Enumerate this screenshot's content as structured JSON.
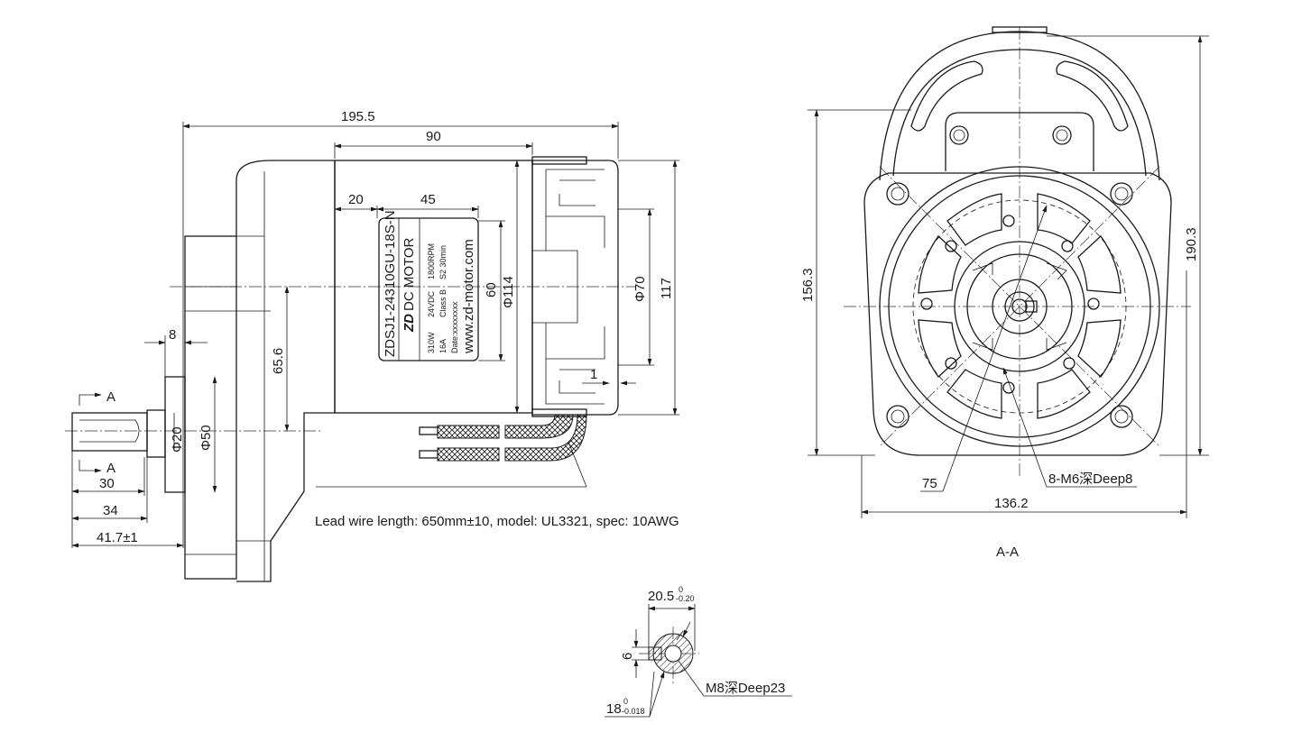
{
  "side_view": {
    "dims": {
      "overall_length": "195.5",
      "motor_length": "90",
      "plate_offset": "20",
      "plate_width": "45",
      "plate_height": "60",
      "motor_diameter": "Φ114",
      "fan_diameter": "Φ70",
      "height_117": "117",
      "gap_1": "1",
      "center_offset": "65.6",
      "flange_thickness": "8",
      "pilot_diameter": "Φ50",
      "shaft_diameter": "Φ20",
      "shaft_30": "30",
      "shaft_34": "34",
      "shaft_41_7": "41.7±1",
      "section_a_top": "A",
      "section_a_bottom": "A"
    },
    "nameplate": {
      "model": "ZDSJ1-24310GU-18S-N",
      "type": "DC MOTOR",
      "logo": "ZD",
      "line1": [
        "310W",
        "24VDC",
        "1800RPM"
      ],
      "line2": [
        "16A",
        "Class B",
        "S2 30min"
      ],
      "date": "Date:xxxxxxxx",
      "website": "www.zd-motor.com"
    },
    "lead_wire_note": "Lead wire length: 650mm±10, model: UL3321, spec: 10AWG"
  },
  "section_view": {
    "title": "A-A",
    "dims": {
      "height_190": "190.3",
      "height_156": "156.3",
      "width_136": "136.2",
      "pcd_75": "75",
      "tapped_holes": "8-M6深Deep8"
    }
  },
  "shaft_detail": {
    "key_height": "20.5",
    "key_height_tol_upper": "0",
    "key_height_tol_lower": "-0.20",
    "key_width": "6",
    "shaft_dia": "18",
    "shaft_dia_tol_upper": "0",
    "shaft_dia_tol_lower": "-0.018",
    "thread": "M8深Deep23"
  }
}
